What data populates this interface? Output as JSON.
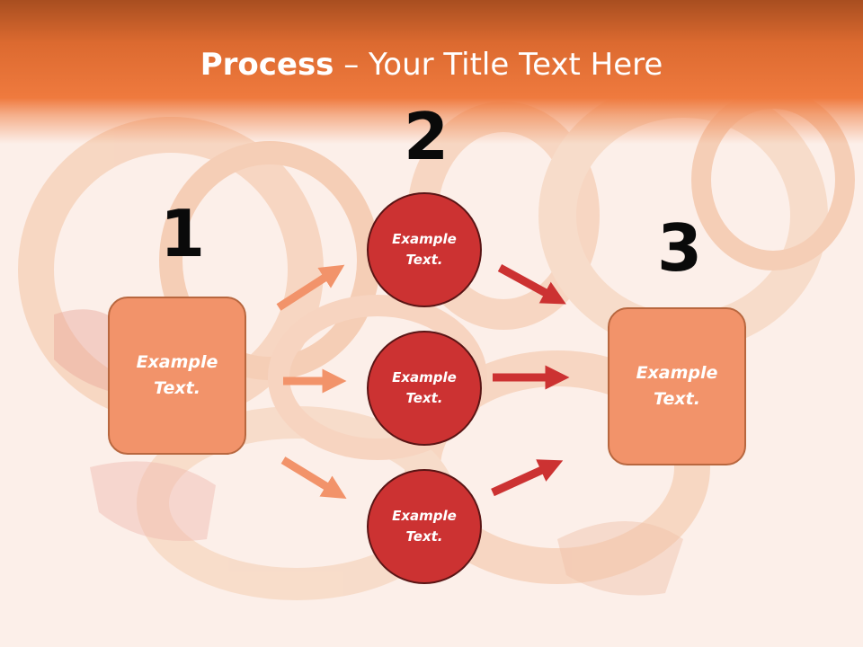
{
  "slide": {
    "title_strong": "Process",
    "title_rest": " – Your Title Text Here"
  },
  "steps": {
    "step1": {
      "number": "1",
      "label": "Example\nText."
    },
    "step2": {
      "number": "2",
      "items": [
        {
          "label": "Example\nText."
        },
        {
          "label": "Example\nText."
        },
        {
          "label": "Example\nText."
        }
      ]
    },
    "step3": {
      "number": "3",
      "label": "Example\nText."
    }
  },
  "colors": {
    "header": "#ef7a3e",
    "box_fill": "#f2936a",
    "circle_fill": "#cc3232",
    "arrow_light": "#f2936a",
    "arrow_dark": "#cc3232"
  }
}
